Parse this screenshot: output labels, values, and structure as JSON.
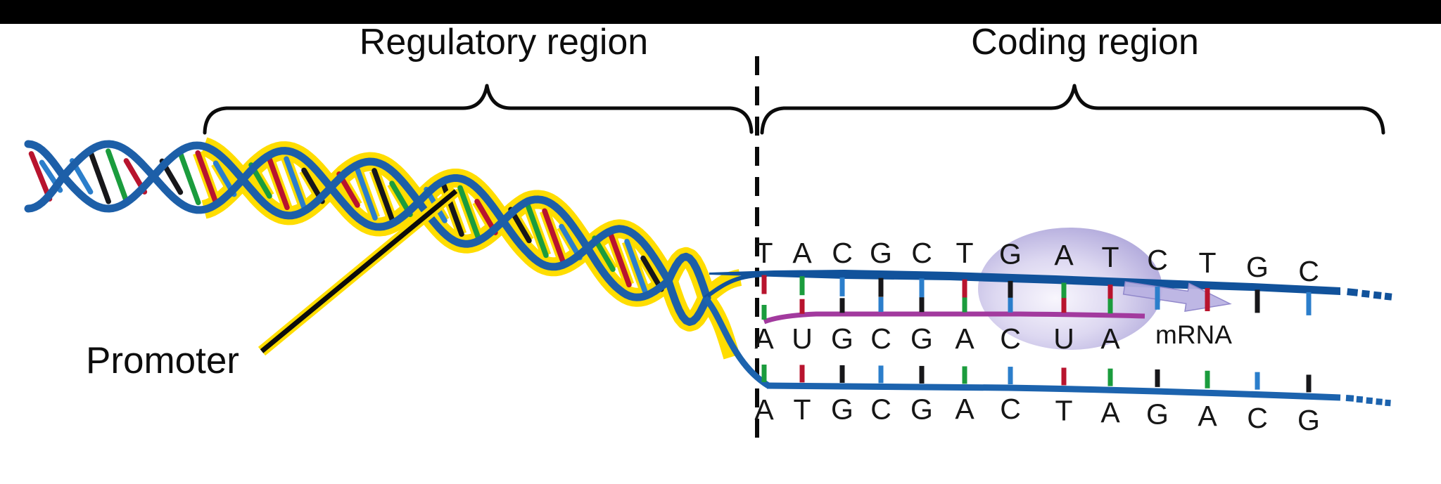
{
  "labels": {
    "regulatory_region": "Regulatory region",
    "coding_region": "Coding region",
    "promoter": "Promoter",
    "mrna": "mRNA"
  },
  "sequences": {
    "template_strand": "TACGCTGATCTGC",
    "mrna": "AUGCGACUA",
    "coding_strand": "ATGCGACTAGACG"
  },
  "base_tick_colors": {
    "A": "#1b9c3d",
    "T": "#b8142e",
    "G": "#17171a",
    "C": "#2b7ecb",
    "U": "#b8142e"
  },
  "colors": {
    "top_bar_black": "#000000",
    "helix_blue": "#1d5fa8",
    "template_strand_blue": "#11529b",
    "coding_strand_blue": "#1c63ae",
    "mrna_purple": "#a23a9e",
    "highlight_yellow": "#ffdd00",
    "polymerase_lavender": "#b4abdd",
    "annotation_black": "#0b0b0b"
  }
}
